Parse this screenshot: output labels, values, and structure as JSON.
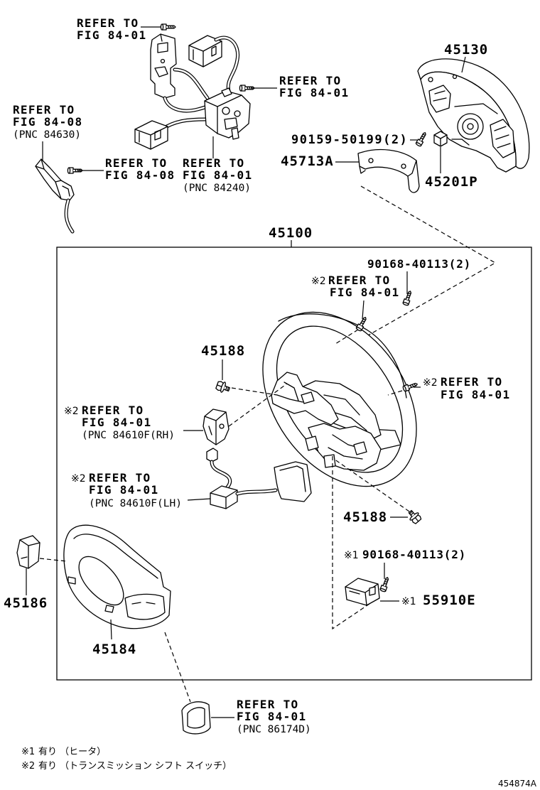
{
  "figure_code": "454874A",
  "refs": {
    "harness_bolt": {
      "l1": "REFER TO",
      "l2": "FIG 84-01"
    },
    "switch_bolt": {
      "l1": "REFER TO",
      "l2": "FIG 84-01"
    },
    "lever": {
      "l1": "REFER TO",
      "l2": "FIG 84-08",
      "pnc": "(PNC 84630)"
    },
    "lever_bolt": {
      "l1": "REFER TO",
      "l2": "FIG 84-08"
    },
    "spiral_cable": {
      "l1": "REFER TO",
      "l2": "FIG 84-01",
      "pnc": "(PNC 84240)"
    },
    "wheel_screw_upper": {
      "mark": "※2",
      "l1": "REFER TO",
      "l2": "FIG 84-01"
    },
    "wheel_screw_right": {
      "mark": "※2",
      "l1": "REFER TO",
      "l2": "FIG 84-01"
    },
    "paddle_rh": {
      "mark": "※2",
      "l1": "REFER TO",
      "l2": "FIG 84-01",
      "pnc": "(PNC 84610F(RH)"
    },
    "paddle_lh": {
      "mark": "※2",
      "l1": "REFER TO",
      "l2": "FIG 84-01",
      "pnc": "(PNC 84610F(LH)"
    },
    "lower_cover_switch": {
      "l1": "REFER TO",
      "l2": "FIG 84-01",
      "pnc": "(PNC 86174D)"
    }
  },
  "parts": {
    "airbag": "45130",
    "screw_90159": "90159-50199(2)",
    "bracket": "45713A",
    "nut": "45201P",
    "wheel_assy": "45100",
    "screw_90168": "90168-40113(2)",
    "bolt_upper": "45188",
    "bolt_lower": "45188",
    "heater_screw": {
      "mark": "※1",
      "number": "90168-40113(2)"
    },
    "heater_ecu": {
      "mark": "※1",
      "number": "55910E"
    },
    "cover_small": "45186",
    "cover_lower": "45184"
  },
  "notes": [
    {
      "mark": "※1",
      "text": "有り （ヒータ）"
    },
    {
      "mark": "※2",
      "text": "有り （トランスミッション シフト スイッチ）"
    }
  ]
}
